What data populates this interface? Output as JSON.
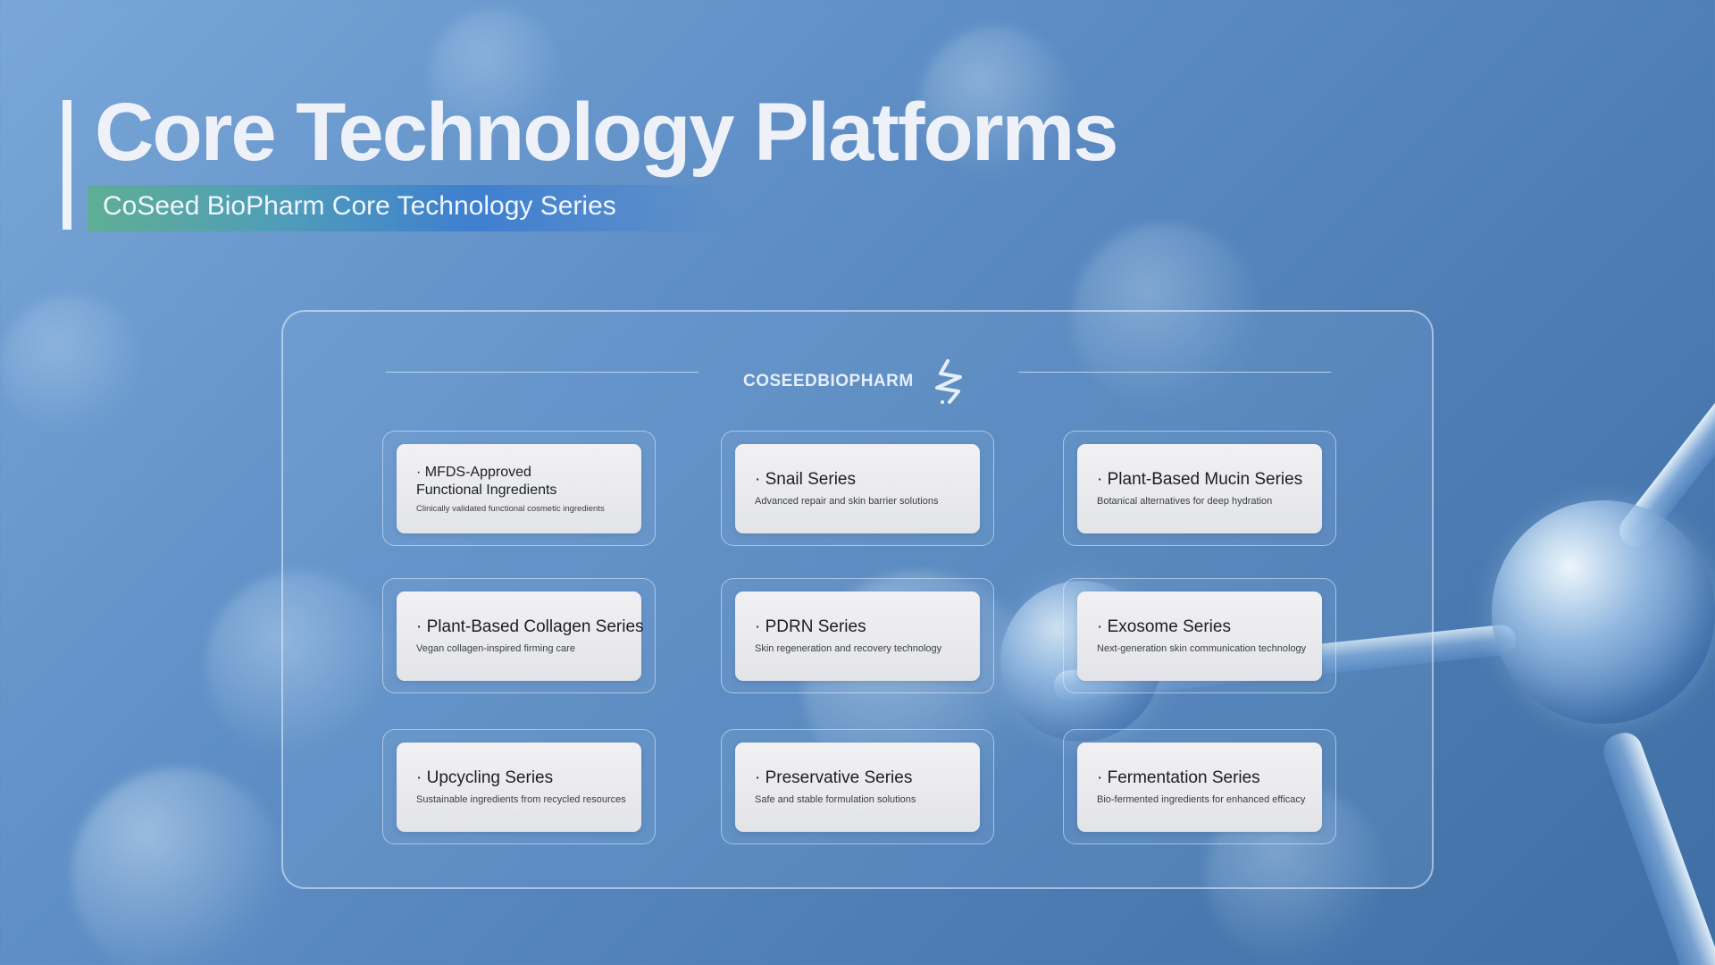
{
  "header": {
    "title": "Core Technology Platforms",
    "subtitle": "CoSeed BioPharm Core Technology Series"
  },
  "brand": {
    "name": "COSEEDBIOPHARM",
    "icon": "coseed-logo-icon"
  },
  "cards": [
    {
      "title": "· MFDS-Approved\n  Functional Ingredients",
      "description": "Clinically validated functional cosmetic ingredients"
    },
    {
      "title": "· Snail Series",
      "description": "Advanced repair and skin barrier solutions"
    },
    {
      "title": "· Plant-Based Mucin Series",
      "description": "Botanical alternatives for deep hydration"
    },
    {
      "title": "· Plant-Based Collagen Series",
      "description": "Vegan collagen-inspired firming care"
    },
    {
      "title": "· PDRN Series",
      "description": "Skin regeneration and recovery technology"
    },
    {
      "title": "· Exosome Series",
      "description": "Next-generation skin communication technology"
    },
    {
      "title": "· Upcycling Series",
      "description": "Sustainable ingredients from recycled resources"
    },
    {
      "title": "· Preservative Series",
      "description": "Safe and stable formulation solutions"
    },
    {
      "title": "· Fermentation Series",
      "description": "Bio-fermented ingredients for enhanced efficacy"
    }
  ],
  "colors": {
    "background": "#5f8fc6",
    "title": "#eef2f8",
    "subtitle_band_start": "#5fae94",
    "subtitle_band_end": "#3f7fd0",
    "card": "#e9eaee"
  }
}
